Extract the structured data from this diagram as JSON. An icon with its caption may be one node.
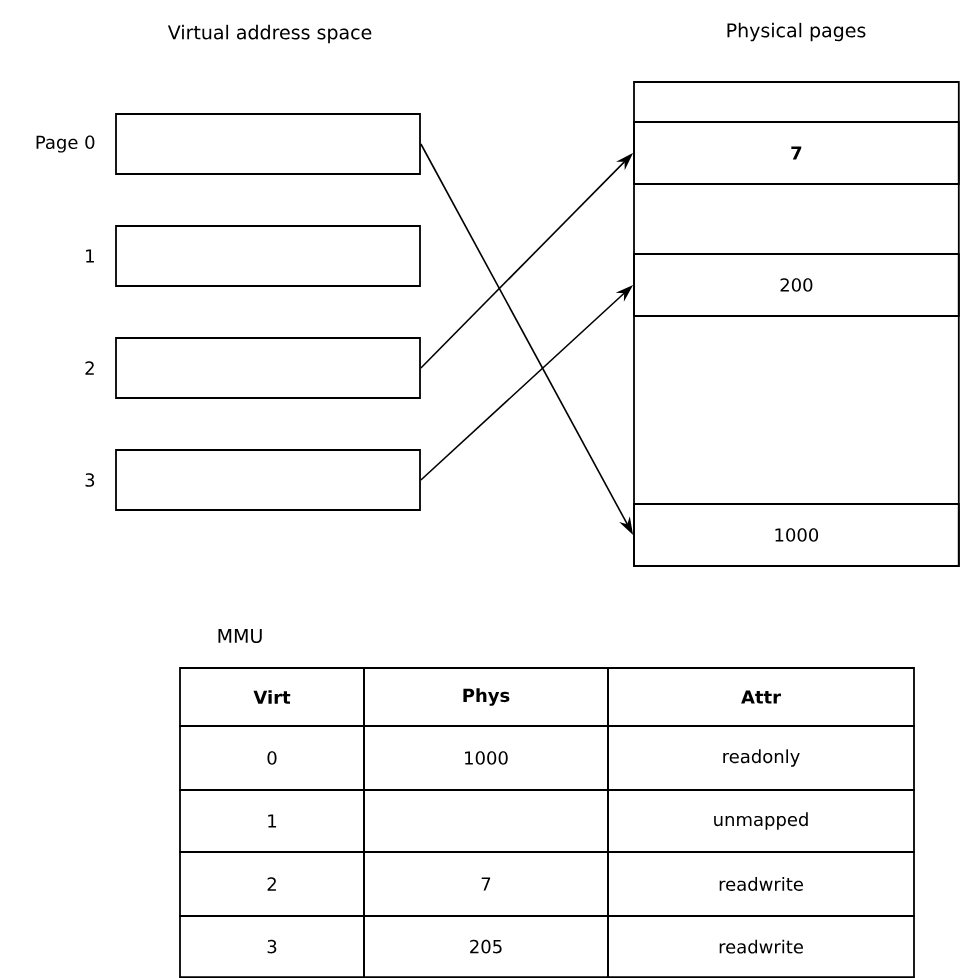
{
  "diagram": {
    "nodes": [
      {
        "text": [],
        "shape": "box",
        "beside": [
          "Page 0"
        ]
      },
      {
        "text": [],
        "shape": "box",
        "beside": [
          "1"
        ]
      },
      {
        "text": [],
        "shape": "box",
        "beside": [
          "2"
        ]
      },
      {
        "text": [],
        "shape": "box",
        "beside": [
          "3"
        ]
      },
      {
        "text": [],
        "shape": "box"
      },
      {
        "text": [
          "7"
        ],
        "in": 4
      },
      {
        "text": [
          "200"
        ],
        "in": 4
      },
      {
        "text": [
          "1000"
        ],
        "in": 4
      }
    ],
    "edges": [
      {
        "from": 0,
        "to": 7,
        "arrow": "to"
      },
      {
        "from": 2,
        "to": 5,
        "arrow": "to"
      },
      {
        "from": 3,
        "to": 6,
        "arrow": "to"
      }
    ],
    "labels": [
      "Virtual address space",
      "Physical pages",
      "MMU",
      "Virt",
      "Phys",
      "Attr",
      "0",
      "1000",
      "readonly",
      "1",
      "unmapped",
      "2",
      "7",
      "readwrite",
      "3",
      "205",
      "readwrite"
    ]
  }
}
